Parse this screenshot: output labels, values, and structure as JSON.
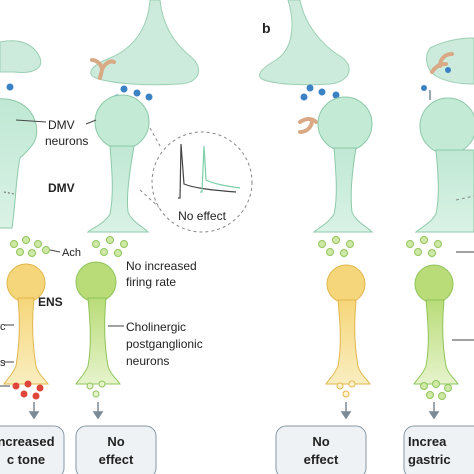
{
  "panel_b_letter": "b",
  "labels": {
    "dmv_neurons_line1": "DMV",
    "dmv_neurons_line2": "neurons",
    "dmv": "DMV",
    "ach": "Ach",
    "ens": "ENS",
    "no_increase_line1": "No increased",
    "no_increase_line2": "firing rate",
    "cholinergic_line1": "Cholinergic",
    "cholinergic_line2": "postganglionic",
    "cholinergic_line3": "neurons",
    "inset_caption": "No effect",
    "left_fragment_1": "c",
    "left_fragment_2": "s"
  },
  "outcome_boxes": {
    "box1_line1": "ncreased",
    "box1_line2": "c tone",
    "box2_line1": "No",
    "box2_line2": "effect",
    "box3_line1": "No",
    "box3_line2": "effect",
    "box4_line1": "Increa",
    "box4_line2": "gastric"
  },
  "colors": {
    "neuron_green": "#c7ebd8",
    "neuron_stroke": "#8dc9a9",
    "ens_yellow": "#f6d67a",
    "ens_green": "#b9dc78",
    "blue_dot": "#3b82c4",
    "red_dot": "#e0453a",
    "receptor": "#e2b592",
    "arrow_gray": "#7a8a96",
    "box_fill": "#eef2f4",
    "box_stroke": "#8a98a4"
  }
}
